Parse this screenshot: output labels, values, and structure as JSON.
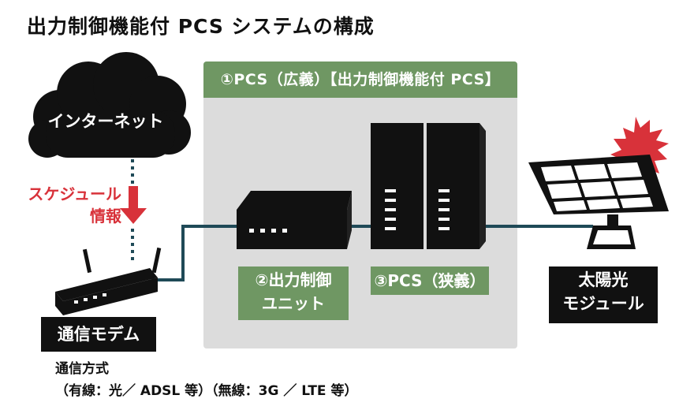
{
  "title": "出力制御機能付 PCS システムの構成",
  "pcs_header": "①PCS（広義）【出力制御機能付 PCS】",
  "internet": "インターネット",
  "schedule": {
    "line1": "スケジュール",
    "line2": "情報"
  },
  "modem_label": "通信モデム",
  "comm": {
    "line1": "通信方式",
    "line2": "（有線：光／ ADSL 等）（無線：3G ／ LTE 等）"
  },
  "control_unit": {
    "line1": "②出力制御",
    "line2": "ユニット"
  },
  "pcs_narrow": "③PCS（狭義）",
  "solar": {
    "line1": "太陽光",
    "line2": "モジュール"
  },
  "colors": {
    "green": "#6f9763",
    "red": "#d8323a",
    "line": "#1f4a57",
    "box": "#dcdcdc"
  }
}
